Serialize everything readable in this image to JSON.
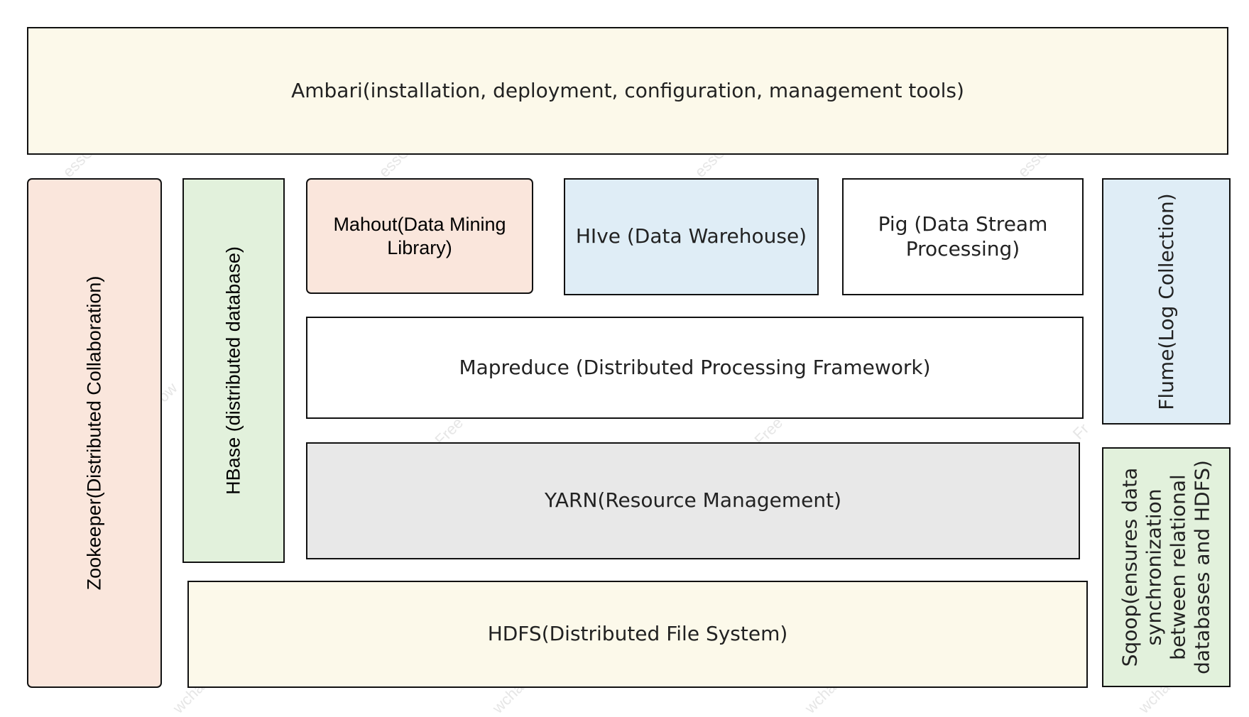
{
  "colors": {
    "border": "#111111",
    "cream": "#fcf9ea",
    "peach": "#fae6dc",
    "green": "#e2f1dc",
    "blue": "#dfedf6",
    "gray": "#e8e8e8",
    "white": "#ffffff",
    "watermark": "#e6e6e6"
  },
  "boxes": {
    "ambari": "Ambari(installation, deployment, configuration, management tools)",
    "zookeeper": "Zookeeper(Distributed Collaboration)",
    "hbase": "HBase (distributed database)",
    "mahout": {
      "line1": "Mahout(Data Mining",
      "line2": "Library)"
    },
    "hive": "HIve (Data Warehouse)",
    "pig": {
      "line1": "Pig (Data Stream",
      "line2": "Processing)"
    },
    "flume": "Flume(Log Collection)",
    "mapreduce": "Mapreduce (Distributed Processing Framework)",
    "yarn": "YARN(Resource Management)",
    "sqoop": {
      "line1": "Sqoop(ensures data",
      "line2": "synchronization",
      "line3": "between relational",
      "line4": "databases and HDFS)"
    },
    "hdfs": "HDFS(Distributed File System)"
  }
}
